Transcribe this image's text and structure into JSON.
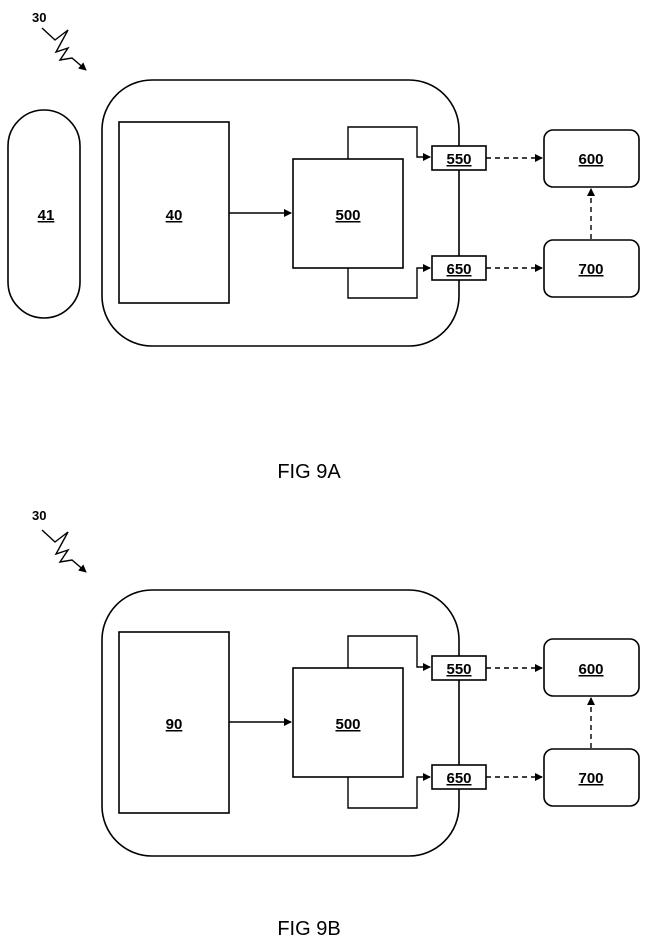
{
  "fig_a": {
    "ref": "30",
    "lens_label": "41",
    "source_label": "40",
    "processor_label": "500",
    "port_top_label": "550",
    "port_bottom_label": "650",
    "ext_top_label": "600",
    "ext_bottom_label": "700",
    "caption": "FIG 9A"
  },
  "fig_b": {
    "ref": "30",
    "source_label": "90",
    "processor_label": "500",
    "port_top_label": "550",
    "port_bottom_label": "650",
    "ext_top_label": "600",
    "ext_bottom_label": "700",
    "caption": "FIG 9B"
  }
}
